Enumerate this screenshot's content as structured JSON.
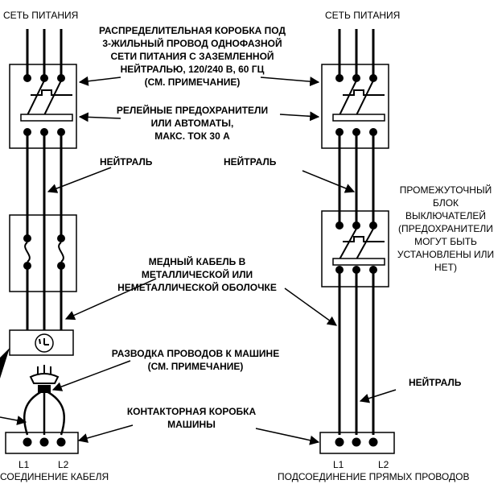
{
  "labels": {
    "supply_left": "СЕТЬ ПИТАНИЯ",
    "supply_right": "СЕТЬ ПИТАНИЯ",
    "distribution_box": [
      "РАСПРЕДЕЛИТЕЛЬНАЯ КОРОБКА ПОД",
      "3-ЖИЛЬНЫЙ ПРОВОД ОДНОФАЗНОЙ",
      "СЕТИ ПИТАНИЯ С ЗАЗЕМЛЕННОЙ",
      "НЕЙТРАЛЬЮ, 120/240 В, 60 ГЦ",
      "(СМ. ПРИМЕЧАНИЕ)"
    ],
    "fuses": [
      "РЕЛЕЙНЫЕ ПРЕДОХРАНИТЕЛИ",
      "ИЛИ АВТОМАТЫ,",
      "МАКС. ТОК 30 А"
    ],
    "neutral_left": "НЕЙТРАЛЬ",
    "neutral_right": "НЕЙТРАЛЬ",
    "intermediate_block": [
      "ПРОМЕЖУТОЧНЫЙ",
      "БЛОК",
      "ВЫКЛЮЧАТЕЛЕЙ",
      "(ПРЕДОХРАНИТЕЛИ",
      "МОГУТ БЫТЬ",
      "УСТАНОВЛЕНЫ  ИЛИ",
      "НЕТ)"
    ],
    "copper_cable": [
      "МЕДНЫЙ КАБЕЛЬ В",
      "МЕТАЛЛИЧЕСКОЙ ИЛИ",
      "НЕМЕТАЛЛИЧЕСКОЙ ОБОЛОЧКЕ"
    ],
    "wiring": [
      "РАЗВОДКА ПРОВОДОВ К МАШИНЕ",
      "(СМ. ПРИМЕЧАНИЕ)"
    ],
    "neutral_lower_right": "НЕЙТРАЛЬ",
    "contactor_box": [
      "КОНТАКТОРНАЯ КОРОБКА",
      "МАШИНЫ"
    ],
    "l1_left": "L1",
    "l2_left": "L2",
    "l1_right": "L1",
    "l2_right": "L2",
    "cable_connection": "СОЕДИНЕНИЕ  КАБЕЛЯ",
    "direct_connection": "ПОДСОЕДИНЕНИЕ  ПРЯМЫХ ПРОВОДОВ"
  }
}
